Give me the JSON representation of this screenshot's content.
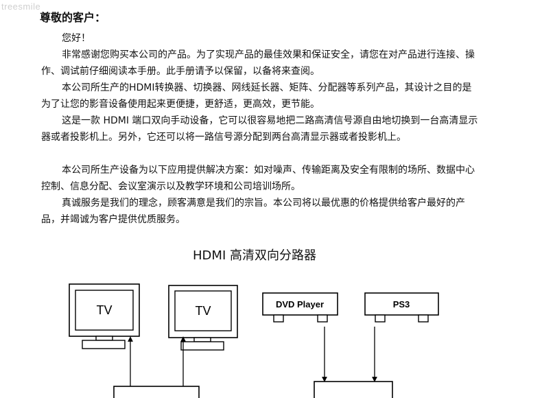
{
  "watermark": "treesmile",
  "greeting": "尊敬的客户：",
  "paragraphs": {
    "p1": "您好！",
    "p2": "非常感谢您购买本公司的产品。为了实现产品的最佳效果和保证安全，请您在对产品进行连接、操作、调试前仔细阅读本手册。此手册请予以保留，以备将来查阅。",
    "p3": "本公司所生产的HDMI转换器、切换器、网线延长器、矩阵、分配器等系列产品，其设计之目的是为了让您的影音设备使用起来更便捷，更舒适，更高效，更节能。",
    "p4": "这是一款 HDMI 端口双向手动设备，它可以很容易地把二路高清信号源自由地切换到一台高清显示器或者投影机上。另外，它还可以将一路信号源分配到两台高清显示器或者投影机上。",
    "p5": "本公司所生产设备为以下应用提供解决方案：如对噪声、传输距离及安全有限制的场所、数据中心控制、信息分配、会议室演示以及教学环境和公司培训场所。",
    "p6": "真诚服务是我们的理念，顾客满意是我们的宗旨。本公司将以最优惠的价格提供给客户最好的产品，并竭诚为客户提供优质服务。"
  },
  "diagram": {
    "title": "HDMI 高清双向分路器",
    "tv1_label": "TV",
    "tv2_label": "TV",
    "dvd_label": "DVD Player",
    "ps3_label": "PS3"
  }
}
